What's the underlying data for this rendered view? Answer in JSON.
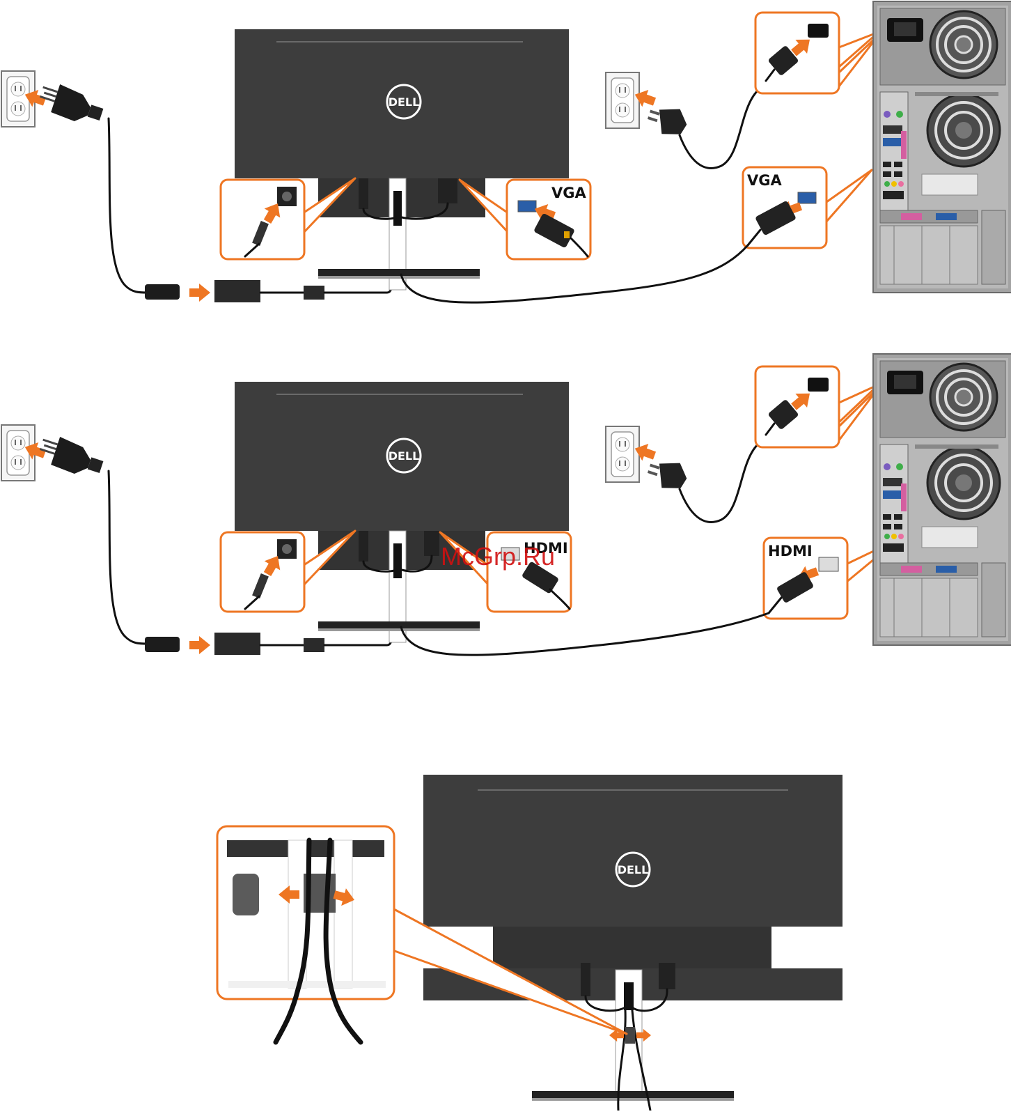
{
  "colors": {
    "accent_orange": "#ee7623",
    "monitor_body": "#3d3d3d",
    "cable": "#111111",
    "vga_blue": "#2a5ea8",
    "tower_gray": "#9a9a9a",
    "watermark": "#d01010"
  },
  "brand": {
    "logo_text": "DELL"
  },
  "sections": [
    {
      "id": "vga",
      "monitor_port_label": "VGA",
      "pc_port_label": "VGA"
    },
    {
      "id": "hdmi",
      "monitor_port_label": "HDMI",
      "pc_port_label": "HDMI"
    },
    {
      "id": "cable-management"
    }
  ],
  "watermark": "McGrp.Ru",
  "icons": [
    "wall-outlet-icon",
    "power-plug-icon",
    "power-adapter-icon",
    "orange-arrow-icon",
    "vga-connector-icon",
    "hdmi-connector-icon",
    "pc-tower-icon",
    "cable-clip-icon"
  ]
}
